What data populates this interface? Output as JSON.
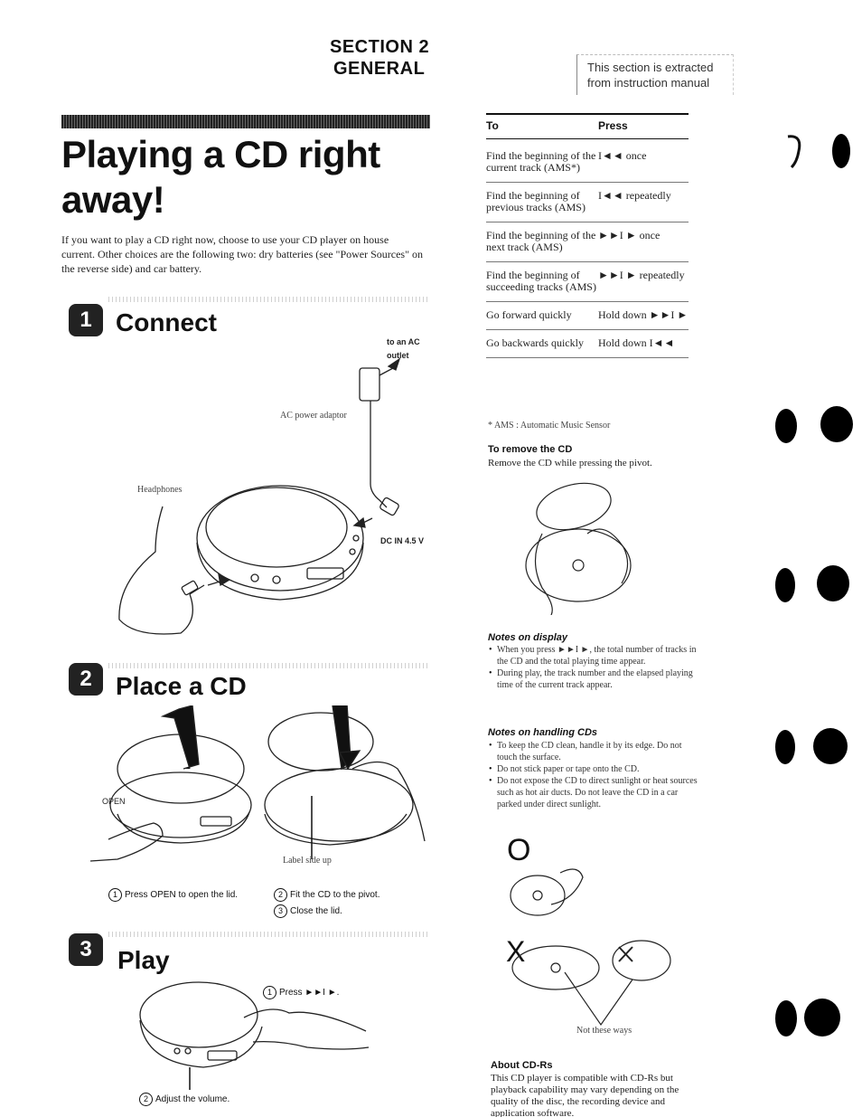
{
  "header": {
    "section": "SECTION 2",
    "general": "GENERAL",
    "extract_line1": "This section is extracted",
    "extract_line2": "from instruction manual"
  },
  "title": "Playing a CD right away!",
  "intro": "If you want to play a CD right now, choose to use your CD player on house current. Other choices are the following two: dry batteries (see \"Power Sources\" on the reverse side) and car battery.",
  "steps": {
    "connect": {
      "num": "1",
      "title": "Connect",
      "to_ac_line1": "to an AC",
      "to_ac_line2": "outlet",
      "ac_adaptor": "AC power adaptor",
      "headphones": "Headphones",
      "dc_in": "DC IN 4.5 V"
    },
    "place": {
      "num": "2",
      "title": "Place a CD",
      "open": "OPEN",
      "label_side": "Label side up",
      "cap1_num": "1",
      "cap1": "Press OPEN to open the lid.",
      "cap2_num": "2",
      "cap2": "Fit the CD to the pivot.",
      "cap3_num": "3",
      "cap3": "Close the lid."
    },
    "play": {
      "num": "3",
      "title": "Play",
      "cap1_num": "1",
      "cap1": "Press ►►I ►.",
      "cap2_num": "2",
      "cap2": "Adjust the volume."
    }
  },
  "controls": {
    "col_to": "To",
    "col_press": "Press",
    "rows": [
      {
        "to": "Find the beginning of the current track (AMS*)",
        "press": "I◄◄ once"
      },
      {
        "to": "Find the beginning of previous tracks (AMS)",
        "press": "I◄◄ repeatedly"
      },
      {
        "to": "Find the beginning of the next track (AMS)",
        "press": "►►I ► once"
      },
      {
        "to": "Find the beginning of succeeding tracks (AMS)",
        "press": "►►I ► repeatedly"
      },
      {
        "to": "Go forward quickly",
        "press": "Hold down ►►I ►"
      },
      {
        "to": "Go backwards quickly",
        "press": "Hold down I◄◄"
      }
    ],
    "footnote": "* AMS : Automatic Music Sensor"
  },
  "remove": {
    "heading": "To remove the CD",
    "text": "Remove the CD while pressing the pivot."
  },
  "notes_display": {
    "heading": "Notes on display",
    "items": [
      "When you press ►►I ►, the total number of tracks in the CD and the total playing time appear.",
      "During play, the track number and the elapsed playing time of the current track appear."
    ]
  },
  "notes_handling": {
    "heading": "Notes on handling CDs",
    "items": [
      "To keep the CD clean, handle it by its edge. Do not touch the surface.",
      "Do not stick paper or tape onto the CD.",
      "Do not expose the CD to direct sunlight or heat sources such as hot air ducts. Do not leave the CD in a car parked under direct sunlight."
    ]
  },
  "handling_fig": {
    "good_mark": "O",
    "bad_mark": "X",
    "not_these": "Not these ways"
  },
  "cdr": {
    "heading": "About CD-Rs",
    "text": "This CD player is compatible with CD-Rs but playback capability may vary depending on the quality of the disc, the recording device and application software."
  }
}
